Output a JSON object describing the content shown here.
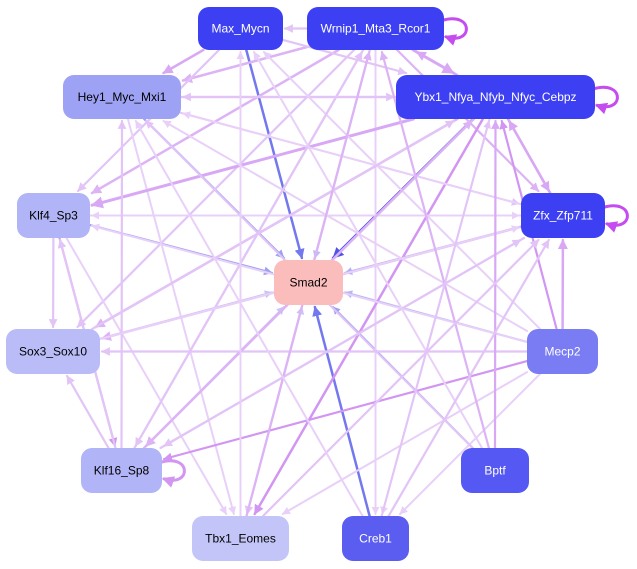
{
  "nodes": [
    {
      "id": "max_mycn",
      "label": "Max_Mycn",
      "color": "#3d40f2",
      "text": "#ffffff"
    },
    {
      "id": "wrnip1",
      "label": "Wrnip1_Mta3_Rcor1",
      "color": "#3d40f2",
      "text": "#ffffff"
    },
    {
      "id": "hey1",
      "label": "Hey1_Myc_Mxi1",
      "color": "#9ea2f4",
      "text": "#000000"
    },
    {
      "id": "ybx1",
      "label": "Ybx1_Nfya_Nfyb_Nfyc_Cebpz",
      "color": "#3d40f2",
      "text": "#ffffff"
    },
    {
      "id": "klf4",
      "label": "Klf4_Sp3",
      "color": "#b1b4f6",
      "text": "#000000"
    },
    {
      "id": "zfx",
      "label": "Zfx_Zfp711",
      "color": "#3d40f2",
      "text": "#ffffff"
    },
    {
      "id": "smad2",
      "label": "Smad2",
      "color": "#fbbcbc",
      "text": "#000000"
    },
    {
      "id": "sox3",
      "label": "Sox3_Sox10",
      "color": "#b9bcf7",
      "text": "#000000"
    },
    {
      "id": "mecp2",
      "label": "Mecp2",
      "color": "#797cf2",
      "text": "#ffffff"
    },
    {
      "id": "klf16",
      "label": "Klf16_Sp8",
      "color": "#b1b4f6",
      "text": "#000000"
    },
    {
      "id": "bptf",
      "label": "Bptf",
      "color": "#5558f2",
      "text": "#ffffff"
    },
    {
      "id": "tbx1",
      "label": "Tbx1_Eomes",
      "color": "#c3c5f8",
      "text": "#000000"
    },
    {
      "id": "creb1",
      "label": "Creb1",
      "color": "#5a5df0",
      "text": "#ffffff"
    }
  ],
  "edges": [
    {
      "from": "max_mycn",
      "to": "smad2",
      "color": "#7478ee",
      "w": 2.5
    },
    {
      "from": "wrnip1",
      "to": "smad2",
      "color": "#b9bdf6",
      "w": 2
    },
    {
      "from": "hey1",
      "to": "smad2",
      "color": "#9da1f2",
      "w": 2.2
    },
    {
      "from": "ybx1",
      "to": "smad2",
      "color": "#4f54e8",
      "w": 2.8
    },
    {
      "from": "klf4",
      "to": "smad2",
      "color": "#9da1f2",
      "w": 2.2
    },
    {
      "from": "zfx",
      "to": "smad2",
      "color": "#aeb2f4",
      "w": 2
    },
    {
      "from": "sox3",
      "to": "smad2",
      "color": "#c3c6f7",
      "w": 2
    },
    {
      "from": "mecp2",
      "to": "smad2",
      "color": "#b6b9f5",
      "w": 2
    },
    {
      "from": "klf16",
      "to": "smad2",
      "color": "#c3c6f7",
      "w": 2
    },
    {
      "from": "bptf",
      "to": "smad2",
      "color": "#9da1f2",
      "w": 2
    },
    {
      "from": "tbx1",
      "to": "smad2",
      "color": "#c3c6f7",
      "w": 2
    },
    {
      "from": "creb1",
      "to": "smad2",
      "color": "#7478ee",
      "w": 2.5
    },
    {
      "from": "wrnip1",
      "to": "max_mycn",
      "color": "#e2c4f7",
      "w": 2.2
    },
    {
      "from": "wrnip1",
      "to": "ybx1",
      "color": "#d9a8f5",
      "w": 3
    },
    {
      "from": "ybx1",
      "to": "wrnip1",
      "color": "#d9a8f5",
      "w": 2.5
    },
    {
      "from": "wrnip1",
      "to": "hey1",
      "color": "#dcb3f5",
      "w": 2.5
    },
    {
      "from": "wrnip1",
      "to": "klf4",
      "color": "#dcb3f5",
      "w": 2.5
    },
    {
      "from": "wrnip1",
      "to": "sox3",
      "color": "#e2c4f7",
      "w": 2.2
    },
    {
      "from": "wrnip1",
      "to": "klf16",
      "color": "#e2c4f7",
      "w": 2.2
    },
    {
      "from": "wrnip1",
      "to": "tbx1",
      "color": "#e2c4f7",
      "w": 2.2
    },
    {
      "from": "wrnip1",
      "to": "creb1",
      "color": "#e8d0f8",
      "w": 2
    },
    {
      "from": "wrnip1",
      "to": "zfx",
      "color": "#dcb3f5",
      "w": 2.2
    },
    {
      "from": "max_mycn",
      "to": "hey1",
      "color": "#d9a8f5",
      "w": 2.5
    },
    {
      "from": "max_mycn",
      "to": "klf4",
      "color": "#e2c4f7",
      "w": 2.2
    },
    {
      "from": "max_mycn",
      "to": "ybx1",
      "color": "#e2c4f7",
      "w": 2.2
    },
    {
      "from": "hey1",
      "to": "ybx1",
      "color": "#e2c4f7",
      "w": 2.2
    },
    {
      "from": "ybx1",
      "to": "hey1",
      "color": "#e2c4f7",
      "w": 2.2
    },
    {
      "from": "hey1",
      "to": "zfx",
      "color": "#e2c4f7",
      "w": 2
    },
    {
      "from": "hey1",
      "to": "tbx1",
      "color": "#e8d0f8",
      "w": 2
    },
    {
      "from": "ybx1",
      "to": "klf4",
      "color": "#d9a8f5",
      "w": 3
    },
    {
      "from": "ybx1",
      "to": "sox3",
      "color": "#dcb3f5",
      "w": 2.5
    },
    {
      "from": "ybx1",
      "to": "klf16",
      "color": "#dcb3f5",
      "w": 2.5
    },
    {
      "from": "ybx1",
      "to": "tbx1",
      "color": "#d296f2",
      "w": 2.5
    },
    {
      "from": "ybx1",
      "to": "creb1",
      "color": "#e8d0f8",
      "w": 2
    },
    {
      "from": "ybx1",
      "to": "zfx",
      "color": "#d9a8f5",
      "w": 2.5
    },
    {
      "from": "zfx",
      "to": "ybx1",
      "color": "#d9a8f5",
      "w": 2.5
    },
    {
      "from": "klf4",
      "to": "sox3",
      "color": "#e2c4f7",
      "w": 2.2
    },
    {
      "from": "klf4",
      "to": "klf16",
      "color": "#d296f2",
      "w": 2.2
    },
    {
      "from": "klf4",
      "to": "zfx",
      "color": "#e8d0f8",
      "w": 2
    },
    {
      "from": "klf4",
      "to": "tbx1",
      "color": "#e8d0f8",
      "w": 2
    },
    {
      "from": "zfx",
      "to": "klf4",
      "color": "#e8d0f8",
      "w": 2
    },
    {
      "from": "zfx",
      "to": "sox3",
      "color": "#dcb3f5",
      "w": 2.5
    },
    {
      "from": "zfx",
      "to": "klf16",
      "color": "#e2c4f7",
      "w": 2.2
    },
    {
      "from": "zfx",
      "to": "hey1",
      "color": "#e8d0f8",
      "w": 2
    },
    {
      "from": "mecp2",
      "to": "zfx",
      "color": "#d9a8f5",
      "w": 2.5
    },
    {
      "from": "mecp2",
      "to": "ybx1",
      "color": "#d296f2",
      "w": 2.2
    },
    {
      "from": "mecp2",
      "to": "klf16",
      "color": "#d296f2",
      "w": 2.2
    },
    {
      "from": "mecp2",
      "to": "sox3",
      "color": "#e2c4f7",
      "w": 2.2
    },
    {
      "from": "mecp2",
      "to": "klf4",
      "color": "#e8d0f8",
      "w": 2
    },
    {
      "from": "mecp2",
      "to": "hey1",
      "color": "#e8d0f8",
      "w": 2
    },
    {
      "from": "mecp2",
      "to": "tbx1",
      "color": "#e8d0f8",
      "w": 2
    },
    {
      "from": "mecp2",
      "to": "creb1",
      "color": "#e8d0f8",
      "w": 2
    },
    {
      "from": "mecp2",
      "to": "max_mycn",
      "color": "#e8d0f8",
      "w": 2
    },
    {
      "from": "klf16",
      "to": "hey1",
      "color": "#e2c4f7",
      "w": 2.2
    },
    {
      "from": "klf16",
      "to": "sox3",
      "color": "#e2c4f7",
      "w": 2.2
    },
    {
      "from": "klf16",
      "to": "ybx1",
      "color": "#dcb3f5",
      "w": 2.2
    },
    {
      "from": "klf16",
      "to": "zfx",
      "color": "#e2c4f7",
      "w": 2.2
    },
    {
      "from": "klf16",
      "to": "wrnip1",
      "color": "#e2c4f7",
      "w": 2.2
    },
    {
      "from": "klf16",
      "to": "klf4",
      "color": "#e2c4f7",
      "w": 2.2
    },
    {
      "from": "sox3",
      "to": "ybx1",
      "color": "#e2c4f7",
      "w": 2.2
    },
    {
      "from": "sox3",
      "to": "zfx",
      "color": "#e8d0f8",
      "w": 2
    },
    {
      "from": "bptf",
      "to": "wrnip1",
      "color": "#dcb3f5",
      "w": 2.2
    },
    {
      "from": "bptf",
      "to": "ybx1",
      "color": "#d9a8f5",
      "w": 2.2
    },
    {
      "from": "bptf",
      "to": "hey1",
      "color": "#e2c4f7",
      "w": 2
    },
    {
      "from": "bptf",
      "to": "max_mycn",
      "color": "#e8d0f8",
      "w": 2
    },
    {
      "from": "tbx1",
      "to": "wrnip1",
      "color": "#dcb3f5",
      "w": 2.2
    },
    {
      "from": "tbx1",
      "to": "zfx",
      "color": "#e2c4f7",
      "w": 2.2
    },
    {
      "from": "tbx1",
      "to": "max_mycn",
      "color": "#e8d0f8",
      "w": 2
    },
    {
      "from": "creb1",
      "to": "zfx",
      "color": "#e2c4f7",
      "w": 2.2
    },
    {
      "from": "creb1",
      "to": "ybx1",
      "color": "#e2c4f7",
      "w": 2
    },
    {
      "from": "creb1",
      "to": "hey1",
      "color": "#e8d0f8",
      "w": 2
    }
  ],
  "self_loops": [
    {
      "node": "wrnip1",
      "color": "#c44cf0"
    },
    {
      "node": "ybx1",
      "color": "#c44cf0"
    },
    {
      "node": "zfx",
      "color": "#c44cf0"
    },
    {
      "node": "klf16",
      "color": "#d296f2"
    }
  ]
}
